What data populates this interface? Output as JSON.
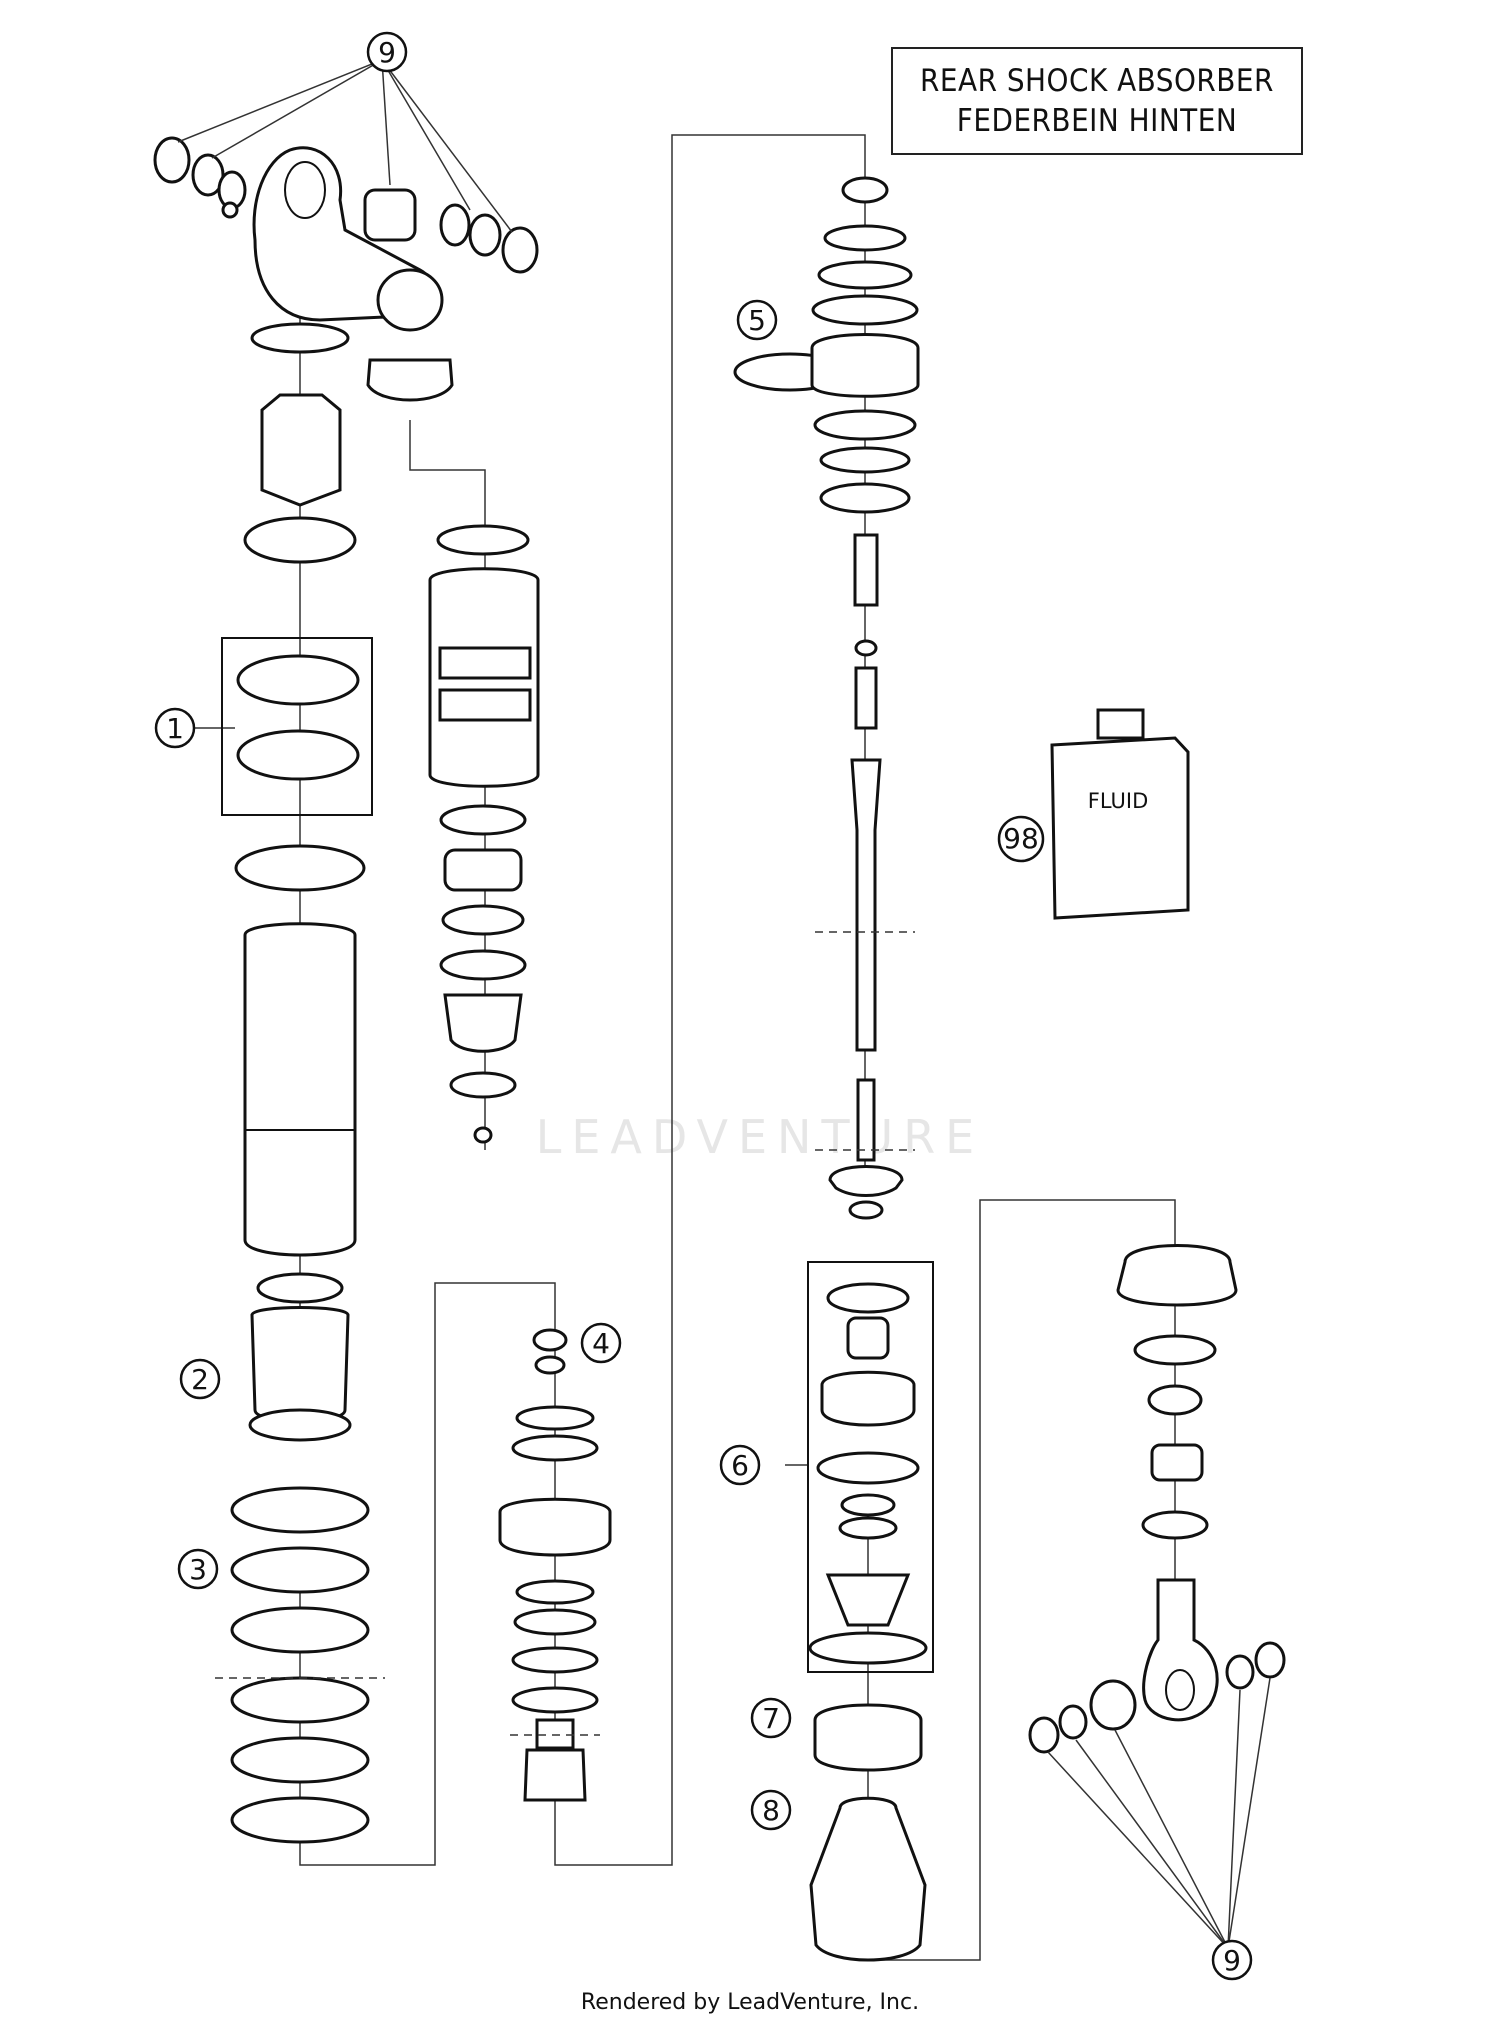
{
  "title": {
    "line1": "REAR SHOCK ABSORBER",
    "line2": "FEDERBEIN HINTEN"
  },
  "callouts": {
    "c9_top": "9",
    "c5": "5",
    "c1": "1",
    "c98": "98",
    "c4": "4",
    "c2": "2",
    "c6": "6",
    "c3": "3",
    "c7": "7",
    "c8": "8",
    "c9_bottom": "9"
  },
  "fluid_label": "FLUID",
  "watermark": "LEADVENTURE",
  "footer": "Rendered by LeadVenture, Inc."
}
